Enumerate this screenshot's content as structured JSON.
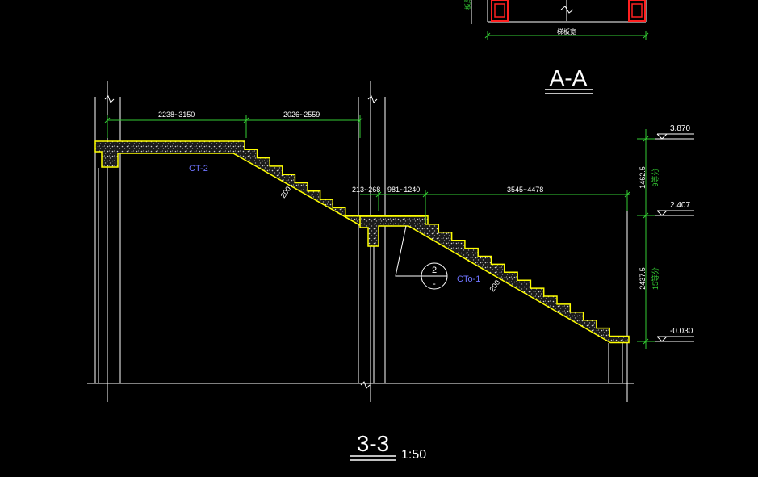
{
  "colors": {
    "background": "#000000",
    "wall_line": "#ffffff",
    "dimension": "#33cc33",
    "slab_outline": "#ffff00",
    "label_text": "#6f74ff",
    "hatch": "#cfcfcf",
    "red_box": "#ff2020"
  },
  "section_aa": {
    "title": "A-A",
    "left_vertical_label": "板厚",
    "bottom_dimension": "梯板宽"
  },
  "section_33": {
    "title": "3-3",
    "scale": "1:50"
  },
  "dimensions": {
    "upper_landing_width": "2238~3150",
    "upper_flight_run": "2026~2559",
    "mid_beam": "213~268",
    "mid_landing_width": "981~1240",
    "lower_flight_run": "3545~4478",
    "upper_flight_height": "1462.5",
    "upper_flight_steps": "9等分",
    "lower_flight_height": "2437.5",
    "lower_flight_steps": "15等分",
    "upper_slab_thickness": "200",
    "lower_slab_thickness": "200"
  },
  "levels": {
    "top": "3.870",
    "middle": "2.407",
    "bottom": "-0.030"
  },
  "labels": {
    "upper_flight": "CT-2",
    "lower_flight": "CTo-1",
    "detail_number": "2",
    "detail_sheet": "-"
  },
  "icons": {
    "level_marker": "level-triangle-icon",
    "break_line": "break-line-icon",
    "detail_callout": "detail-callout-icon"
  }
}
